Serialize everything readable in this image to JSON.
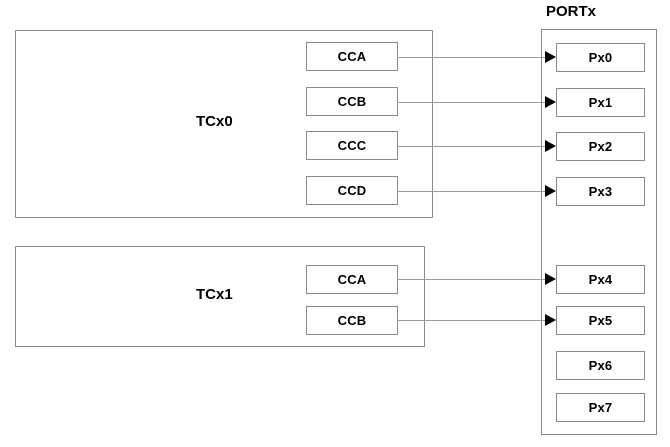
{
  "diagram": {
    "title_port": "PORTx",
    "blocks": [
      {
        "name": "TCx0",
        "label": "TCx0",
        "channels": [
          {
            "label": "CCA"
          },
          {
            "label": "CCB"
          },
          {
            "label": "CCC"
          },
          {
            "label": "CCD"
          }
        ]
      },
      {
        "name": "TCx1",
        "label": "TCx1",
        "channels": [
          {
            "label": "CCA"
          },
          {
            "label": "CCB"
          }
        ]
      }
    ],
    "port": {
      "label": "PORTx",
      "pins": [
        {
          "label": "Px0",
          "connected": true
        },
        {
          "label": "Px1",
          "connected": true
        },
        {
          "label": "Px2",
          "connected": true
        },
        {
          "label": "Px3",
          "connected": true
        },
        {
          "label": "Px4",
          "connected": true
        },
        {
          "label": "Px5",
          "connected": true
        },
        {
          "label": "Px6",
          "connected": false
        },
        {
          "label": "Px7",
          "connected": false
        }
      ]
    },
    "connections": [
      {
        "from": "TCx0.CCA",
        "to": "PORTx.Px0"
      },
      {
        "from": "TCx0.CCB",
        "to": "PORTx.Px1"
      },
      {
        "from": "TCx0.CCC",
        "to": "PORTx.Px2"
      },
      {
        "from": "TCx0.CCD",
        "to": "PORTx.Px3"
      },
      {
        "from": "TCx1.CCA",
        "to": "PORTx.Px4"
      },
      {
        "from": "TCx1.CCB",
        "to": "PORTx.Px5"
      }
    ],
    "colors": {
      "line": "#9a9a9a",
      "box_border": "#8a8a8a",
      "arrow": "#000000",
      "text": "#000000",
      "background": "#ffffff"
    }
  }
}
